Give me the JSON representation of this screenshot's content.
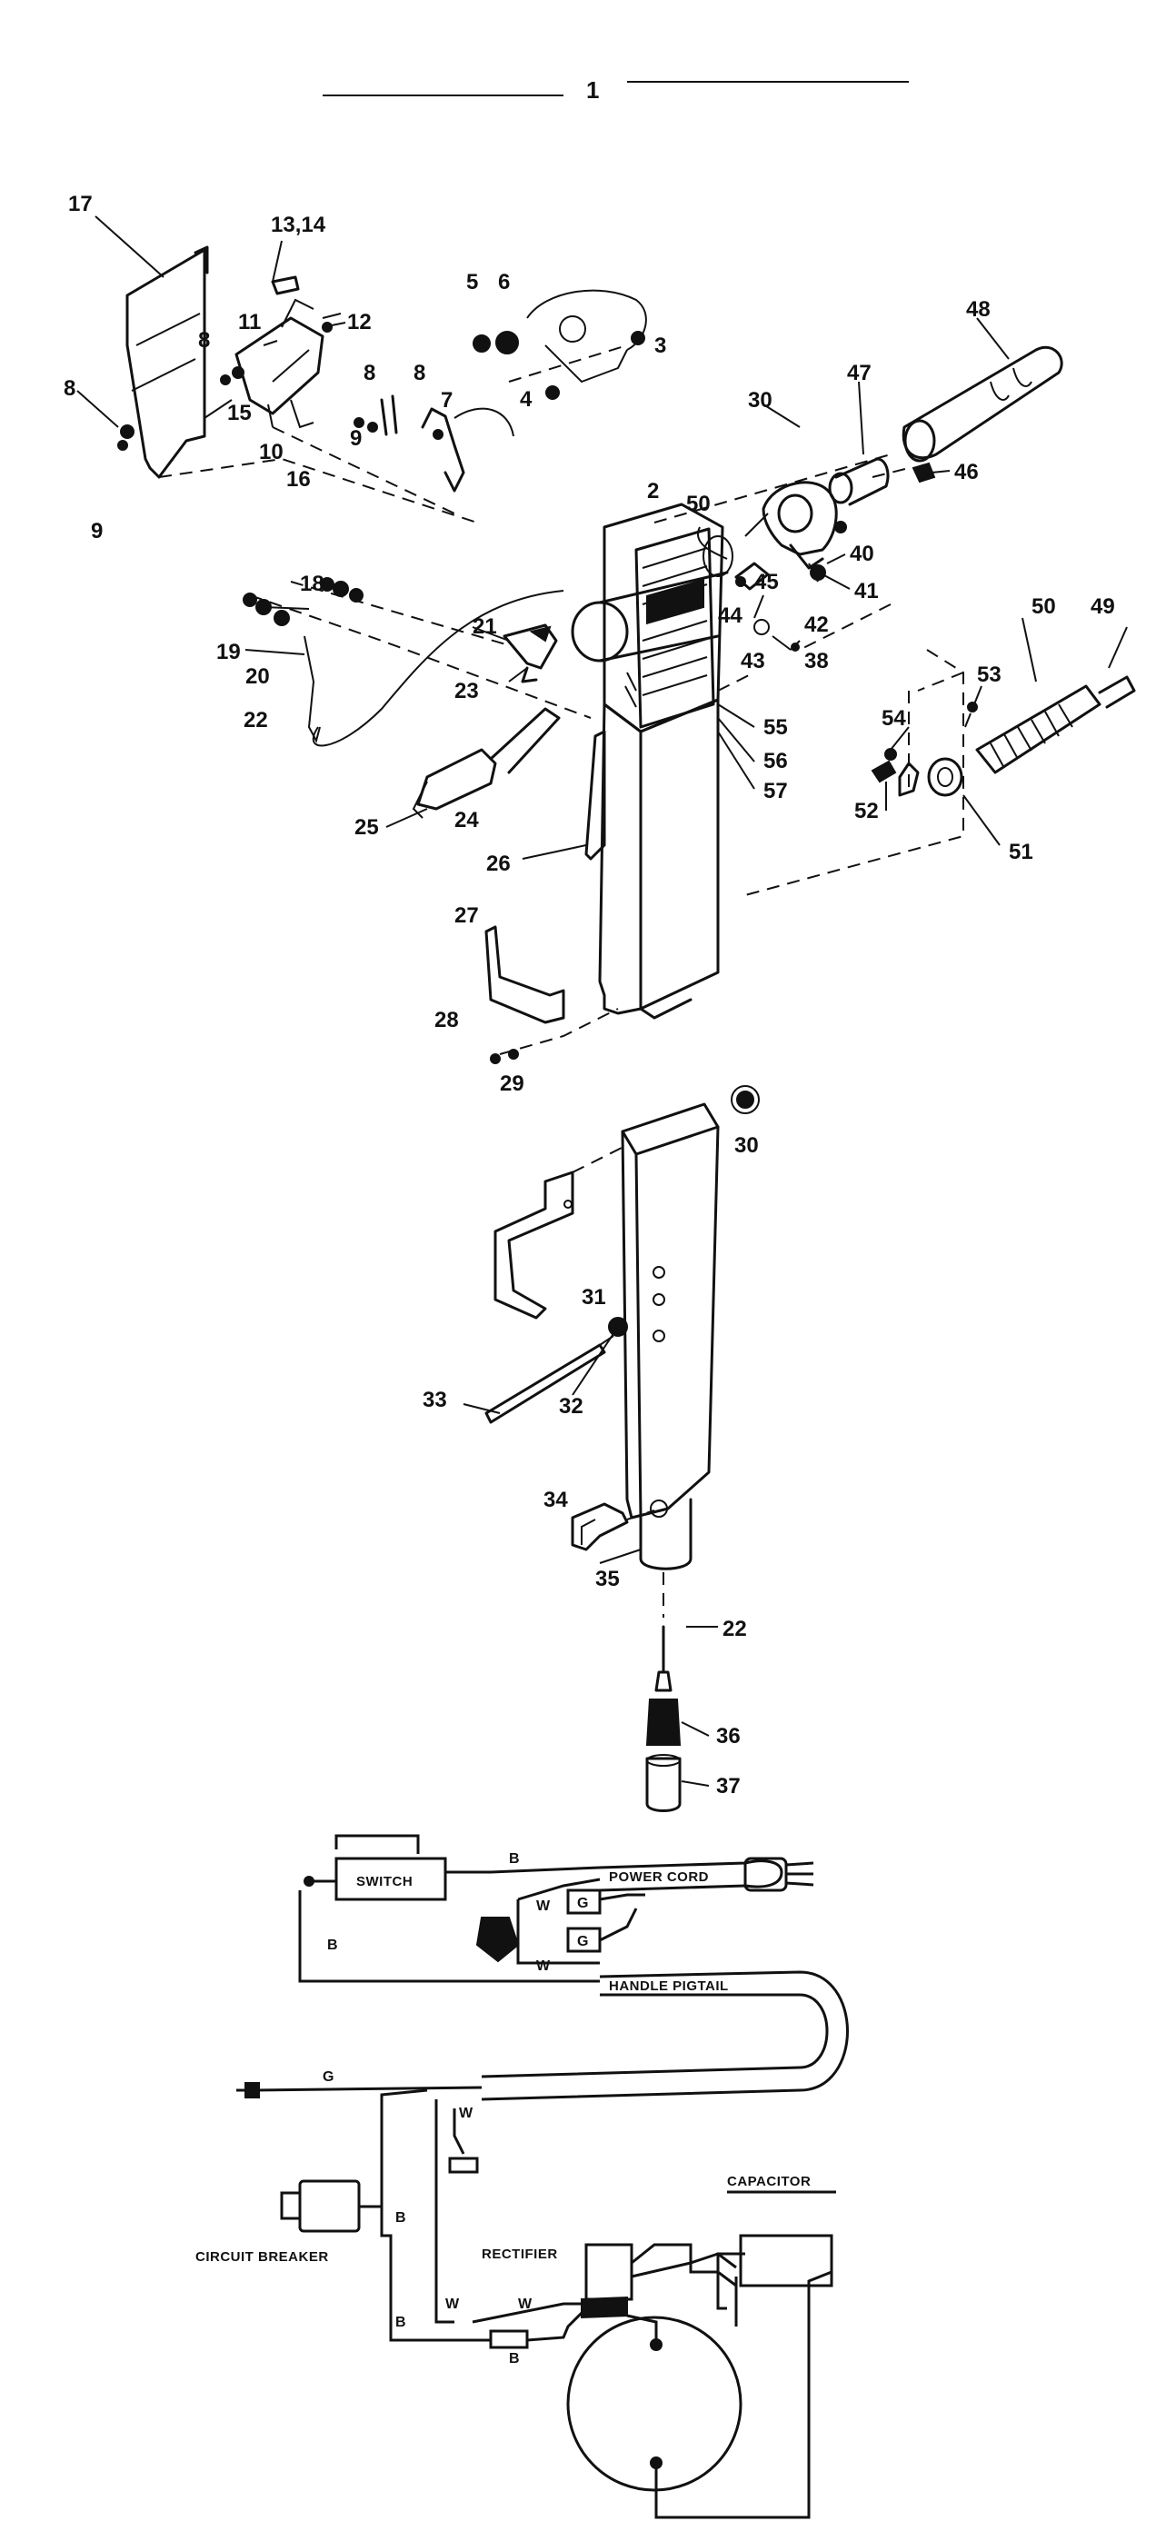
{
  "title": "1",
  "parts": {
    "p2": "2",
    "p3": "3",
    "p4": "4",
    "p5": "5",
    "p6": "6",
    "p7": "7",
    "p8a": "8",
    "p8b": "8",
    "p8c": "8",
    "p8d": "8",
    "p9a": "9",
    "p9b": "9",
    "p10": "10",
    "p11": "11",
    "p12": "12",
    "p13_14": "13,14",
    "p15": "15",
    "p16": "16",
    "p17": "17",
    "p18": "18",
    "p19": "19",
    "p20": "20",
    "p21": "21",
    "p22a": "22",
    "p22b": "22",
    "p23": "23",
    "p24": "24",
    "p25": "25",
    "p26": "26",
    "p27": "27",
    "p28": "28",
    "p29": "29",
    "p30a": "30",
    "p30b": "30",
    "p31": "31",
    "p32": "32",
    "p33": "33",
    "p34": "34",
    "p35": "35",
    "p36": "36",
    "p37": "37",
    "p38": "38",
    "p40": "40",
    "p41": "41",
    "p42": "42",
    "p43": "43",
    "p44": "44",
    "p45": "45",
    "p46": "46",
    "p47": "47",
    "p48": "48",
    "p49": "49",
    "p50a": "50",
    "p50b": "50",
    "p51": "51",
    "p52": "52",
    "p53": "53",
    "p54": "54",
    "p55": "55",
    "p56": "56",
    "p57": "57"
  },
  "wiring": {
    "switch": "SWITCH",
    "power_cord": "POWER CORD",
    "handle_pigtail": "HANDLE PIGTAIL",
    "circuit_breaker": "CIRCUIT BREAKER",
    "rectifier": "RECTIFIER",
    "capacitor": "CAPACITOR",
    "wire_b": "B",
    "wire_w": "W",
    "wire_g": "G"
  }
}
